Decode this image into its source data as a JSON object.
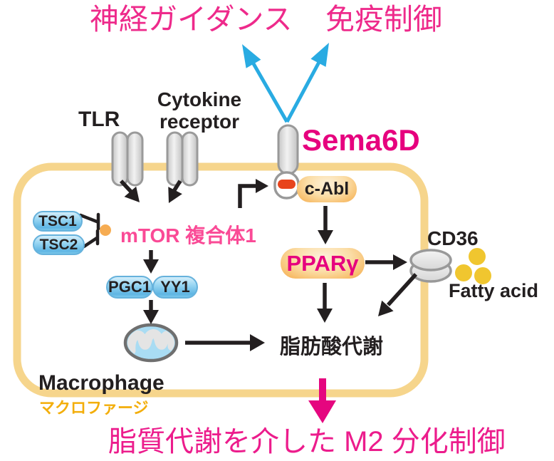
{
  "figure": {
    "type": "signaling-pathway-diagram",
    "cell_name_en": "Macrophage",
    "cell_name_jp": "マクロファージ"
  },
  "labels": {
    "neuro_guidance": "神経ガイダンス",
    "immune_control": "免疫制御",
    "tlr": "TLR",
    "cytokine_line1": "Cytokine",
    "cytokine_line2": "receptor",
    "sema6d": "Sema6D",
    "tsc1": "TSC1",
    "tsc2": "TSC2",
    "mtor_complex": "mTOR 複合体1",
    "pgc1": "PGC1",
    "yy1": "YY1",
    "c_abl": "c-Abl",
    "pparg": "PPARγ",
    "cd36": "CD36",
    "fatty_acid": "Fatty acid",
    "fatty_acid_metabolism": "脂肪酸代謝",
    "macrophage_en": "Macrophage",
    "macrophage_jp": "マクロファージ",
    "outcome": "脂質代謝を介した M2 分化制御"
  },
  "icons": {
    "tlr_receptor_icon": "double gray transmembrane capsule",
    "cytokine_receptor_icon": "double gray transmembrane capsule",
    "sema6d_receptor_icon": "gray capsule receptor with red intracellular motif",
    "cd36_receptor_icon": "stacked gray ellipses in membrane",
    "mitochondria_icon": "blue oval with gray cristae squiggle",
    "fatty_acid_icon": "three yellow circles",
    "activation_arrow_icon": "black arrow",
    "inhibition_tbar_icon": "black T-bar",
    "signal_arrow_icon": "blue arrow",
    "outcome_arrow_icon": "pink block arrow"
  },
  "colors": {
    "pink_text": "#ee2a8b",
    "sema6d_pink": "#e6007e",
    "mtor_pink": "#fa4a96",
    "membrane_tan": "#f6d58c",
    "blue_arrow": "#29abe2",
    "black": "#231f20",
    "fatty_acid_yellow": "#f0c62f",
    "macrophage_jp_orange": "#f3ae0b",
    "red_motif": "#e8441c",
    "outcome_arrow_pink": "#e5067f"
  }
}
